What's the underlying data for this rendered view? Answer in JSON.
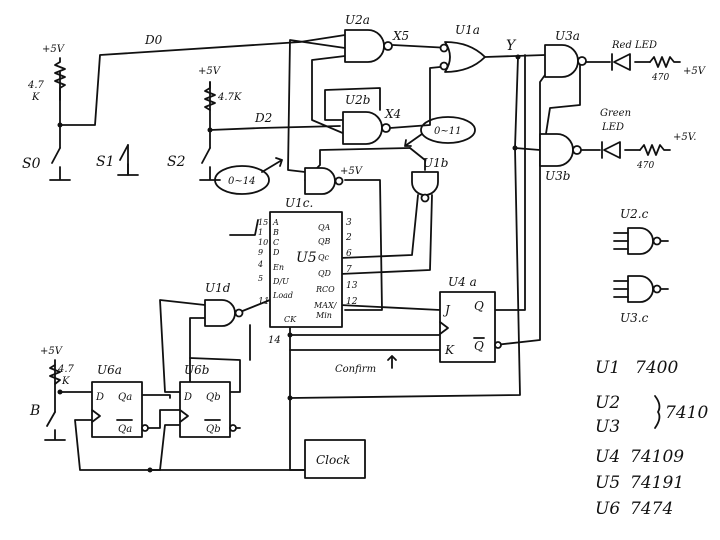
{
  "labels": {
    "u2a": "U2a",
    "u1a": "U1a",
    "u3a": "U3a",
    "u2b": "U2b",
    "u1b": "U1b",
    "u1c": "U1c.",
    "u3b": "U3b",
    "u1d": "U1d",
    "u5": "U5",
    "u4a": "U4 a",
    "u6a": "U6a",
    "u6b": "U6b",
    "u2c": "U2.c",
    "u3c": "U3.c"
  },
  "nets": {
    "d0": "D0",
    "d2": "D2",
    "x5": "X5",
    "x4": "X4",
    "y": "Y",
    "r0_14": "0~14",
    "r0_11": "0~11",
    "confirm": "Confirm",
    "p14": "14",
    "p11": "11"
  },
  "power": {
    "v1": "+5V",
    "v2": "+5V",
    "v3": "+5V",
    "v4": "+5V",
    "v5": "+5V.",
    "v6": "+5V"
  },
  "components": {
    "r_s0": "4.7",
    "r_s0_unit": "K",
    "r_s2": "4.7K",
    "red_led": "Red LED",
    "red_r": "470",
    "green_led": "Green",
    "green_led2": "LED",
    "green_r": "470",
    "r_b": "4.7",
    "r_b_unit": "K",
    "clock": "Clock"
  },
  "switches": {
    "s0": "S0",
    "s1": "S1",
    "s2": "S2",
    "b": "B"
  },
  "u5_pins": {
    "p15": "15",
    "p1": "1",
    "p10": "10",
    "p9": "9",
    "p4": "4",
    "p5": "5",
    "a": "A",
    "b": "B",
    "c": "C",
    "d": "D",
    "en": "En",
    "du": "D/U",
    "load": "Load",
    "qa": "QA",
    "qb": "QB",
    "qc": "Qc",
    "qd": "QD",
    "rco": "RCO",
    "maxmin": "MAX/",
    "maxmin2": "Min",
    "ck": "CK",
    "o3": "3",
    "o2": "2",
    "o6": "6",
    "o7": "7",
    "o13": "13",
    "o12": "12"
  },
  "u4_pins": {
    "j": "J",
    "k": "K",
    "q": "Q",
    "qbar": "Q"
  },
  "u6_pins": {
    "d1": "D",
    "qa": "Qa",
    "qa_bar": "Qa",
    "d2": "D",
    "qb": "Qb",
    "qb_bar": "Qb"
  },
  "parts_list": [
    {
      "ref": "U1",
      "part": "7400"
    },
    {
      "ref": "U2",
      "part": "7410"
    },
    {
      "ref": "U3",
      "part": ""
    },
    {
      "ref": "U4",
      "part": "74109"
    },
    {
      "ref": "U5",
      "part": "74191"
    },
    {
      "ref": "U6",
      "part": "7474"
    }
  ]
}
